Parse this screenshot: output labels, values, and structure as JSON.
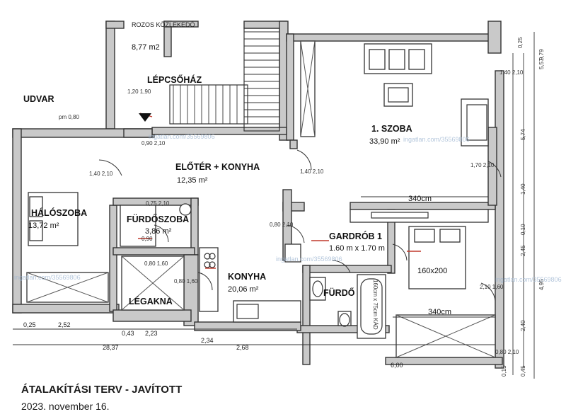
{
  "rooms": {
    "rozos": {
      "name": "ROZOS KÖZLEKEDŐ",
      "area": "8,77 m2"
    },
    "lepcsohaz": {
      "name": "LÉPCSŐHÁZ"
    },
    "udvar": {
      "name": "UDVAR"
    },
    "eloter": {
      "name": "ELŐTÉR + KONYHA",
      "area": "12,35 m²"
    },
    "szoba1": {
      "name": "1. SZOBA",
      "area": "33,90 m²"
    },
    "haloszoba": {
      "name": "HÁLÓSZOBA",
      "area": "13,72 m²"
    },
    "furdoszoba": {
      "name": "FÜRDŐSZOBA",
      "area": "3,86 m²"
    },
    "gardrob": {
      "name": "GARDRÓB 1",
      "size": "1.60 m x 1.70 m"
    },
    "konyha": {
      "name": "KONYHA",
      "area": "20,06 m²"
    },
    "furdo": {
      "name": "FÜRDŐ"
    },
    "legakna": {
      "name": "LÉGAKNA"
    }
  },
  "furniture": {
    "bed": "160x200",
    "bath": "160cm x 75cm KÁD",
    "width_top": "340cm",
    "width_bottom": "340cm"
  },
  "door_marks": [
    "1,20 1,90",
    "pm 0,80",
    "0,90 2,10",
    "1,40 2,10",
    "1,40 2,10",
    "1,70 2,10",
    "1,40 2,10",
    "0,80 2,10",
    "0,75 2,10",
    "0,80 1,60",
    "0,80 1,60",
    "0,80 2,10",
    "2,10 1,60",
    "0,90"
  ],
  "dims_bottom_row1": [
    "0,25",
    "2,52",
    "0,43",
    "2,23",
    "2,34"
  ],
  "dims_bottom_row2": [
    "28,37",
    "2,68",
    "6,00"
  ],
  "dims_right": [
    "0,25",
    "5,57",
    "5,74",
    "1,40",
    "0,10",
    "2,45",
    "4,95",
    "2,40",
    "0,45",
    "0,15",
    "9,79"
  ],
  "watermark": "ingatlan.com/35569806",
  "footer": {
    "title": "ÁTALAKÍTÁSI TERV - JAVÍTOTT",
    "date": "2023. november 16."
  }
}
